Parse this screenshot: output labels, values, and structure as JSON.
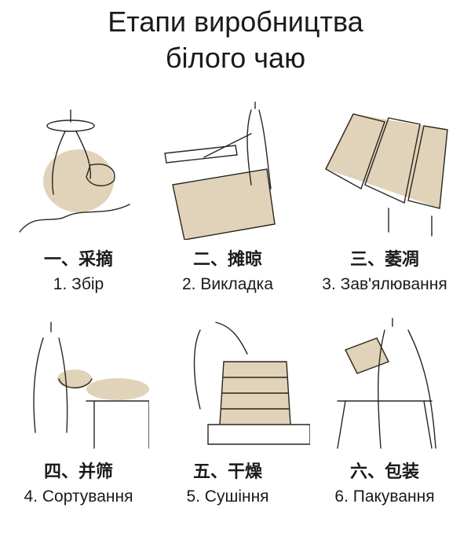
{
  "title": {
    "line1": "Етапи виробництва",
    "line2": "білого чаю"
  },
  "accent_color": "#d9c8a8",
  "steps": [
    {
      "zh": "一、采摘",
      "uk": "1. Збір",
      "icon": "tea-picking-illustration"
    },
    {
      "zh": "二、摊晾",
      "uk": "2. Викладка",
      "icon": "spreading-leaves-illustration"
    },
    {
      "zh": "三、萎凋",
      "uk": "3. Зав'ялювання",
      "icon": "withering-racks-illustration"
    },
    {
      "zh": "四、并筛",
      "uk": "4. Сортування",
      "icon": "sorting-sieve-illustration"
    },
    {
      "zh": "五、干燥",
      "uk": "5. Сушіння",
      "icon": "drying-basket-illustration"
    },
    {
      "zh": "六、包装",
      "uk": "6. Пакування",
      "icon": "packing-illustration"
    }
  ]
}
